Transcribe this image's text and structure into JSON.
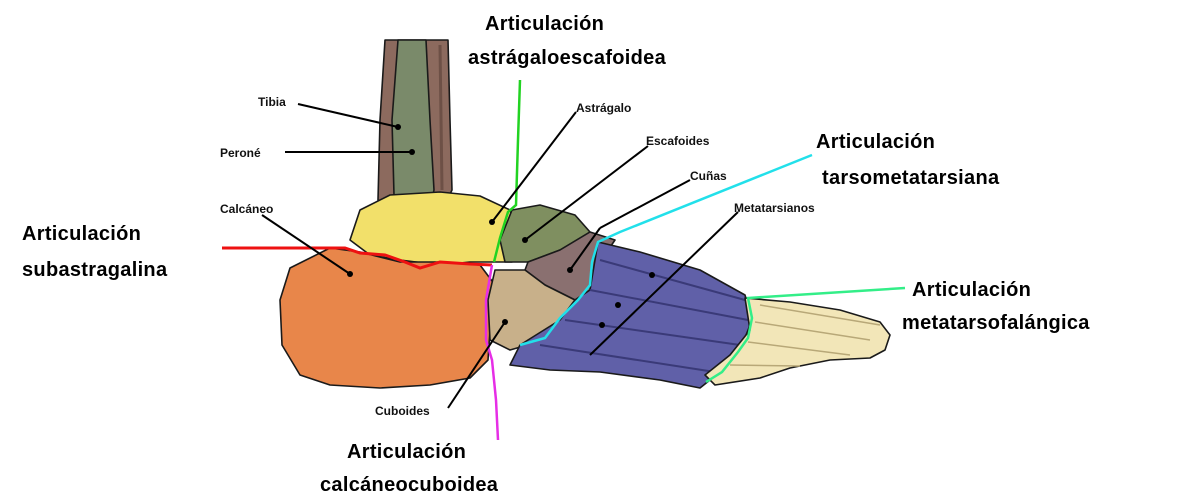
{
  "bones": {
    "tibia": "Tibia",
    "perone": "Peroné",
    "calcaneo": "Calcáneo",
    "astragalo": "Astrágalo",
    "escafoides": "Escafoides",
    "cunas": "Cuñas",
    "metatarsianos": "Metatarsianos",
    "cuboides": "Cuboides"
  },
  "joints": {
    "astragaloescafoidea": {
      "line1": "Articulación",
      "line2": "astrágaloescafoidea",
      "color": "#22d322"
    },
    "tarsometatarsiana": {
      "line1": "Articulación",
      "line2": "tarsometatarsiana",
      "color": "#22e0ea"
    },
    "subastragalina": {
      "line1": "Articulación",
      "line2": "subastragalina",
      "color": "#ee1111"
    },
    "metatarsofalangica": {
      "line1": "Articulación",
      "line2": "metatarsofalángica",
      "color": "#33ee88"
    },
    "calcaneocuboidea": {
      "line1": "Articulación",
      "line2": "calcáneocuboidea",
      "color": "#e62ee6"
    }
  },
  "colors": {
    "tibia": "#8c6a5e",
    "perone": "#7a8a6a",
    "calcaneo": "#e8864a",
    "astragalo": "#f2e06a",
    "escafoides": "#7f8f60",
    "cunas": "#8a7070",
    "cuboides": "#c8b08a",
    "metatarsianos": "#6060a8",
    "falanges": "#f2e6b8"
  }
}
